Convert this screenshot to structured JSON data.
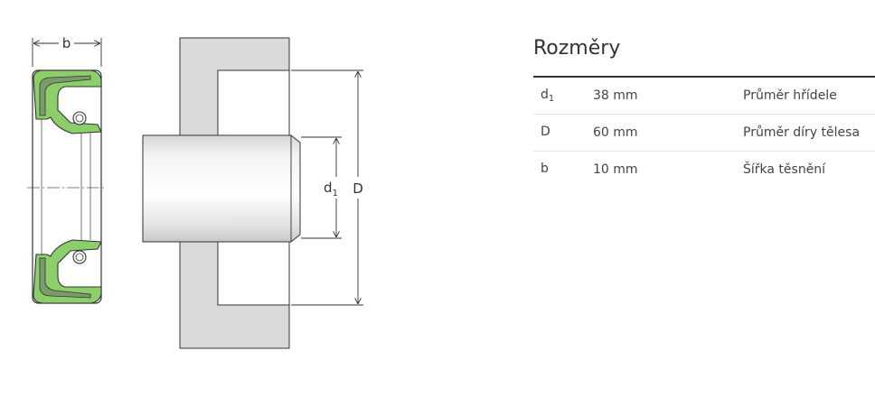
{
  "drawing": {
    "label_b": "b",
    "label_d_main": "d",
    "label_d_sub": "1",
    "label_D": "D",
    "colors": {
      "seal_green": "#8ccf6a",
      "housing_grey": "#d9d9d9",
      "shaft_light": "#f4f4f4",
      "line": "#333333"
    }
  },
  "dimensions": {
    "title": "Rozměry",
    "rows": [
      {
        "symbol": "d",
        "symbol_sub": "1",
        "value": "38 mm",
        "description": "Průměr hřídele"
      },
      {
        "symbol": "D",
        "symbol_sub": "",
        "value": "60 mm",
        "description": "Průměr díry tělesa"
      },
      {
        "symbol": "b",
        "symbol_sub": "",
        "value": "10 mm",
        "description": "Šířka těsnění"
      }
    ]
  }
}
